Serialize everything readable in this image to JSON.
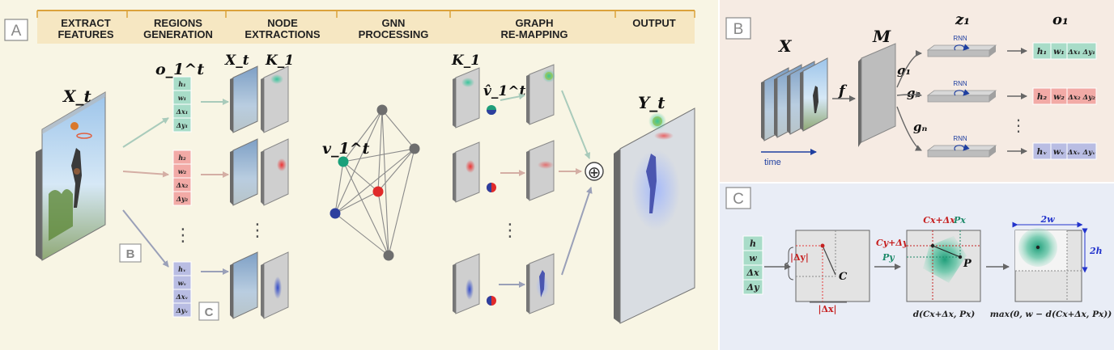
{
  "panel_a": {
    "label": "A",
    "stages": [
      {
        "line1": "EXTRACT",
        "line2": "FEATURES"
      },
      {
        "line1": "REGIONS",
        "line2": "GENERATION"
      },
      {
        "line1": "NODE",
        "line2": "EXTRACTIONS"
      },
      {
        "line1": "GNN",
        "line2": "PROCESSING"
      },
      {
        "line1": "GRAPH",
        "line2": "RE-MAPPING"
      },
      {
        "line1": "OUTPUT",
        "line2": ""
      }
    ],
    "input_label": "X_t",
    "output_label": "Y_t",
    "regions_label": "o_1^t",
    "node_frame_label": "X_t",
    "node_kernel_label": "K_1",
    "remap_kernel_label": "K_1",
    "gnn_node_label": "v_1^t",
    "remap_node_label": "v̂_1^t",
    "ellipsis": "⋮",
    "plus_symbol": "⊕",
    "link_b": "B",
    "link_c": "C",
    "region_vectors": [
      {
        "color": "#a8dcc8",
        "cells": [
          "h₁",
          "w₁",
          "Δx₁",
          "Δy₁"
        ]
      },
      {
        "color": "#f2aaa6",
        "cells": [
          "h₂",
          "w₂",
          "Δx₂",
          "Δy₂"
        ]
      },
      {
        "color": "#b9bde3",
        "cells": [
          "hᵥ",
          "wᵥ",
          "Δxᵥ",
          "Δyᵥ"
        ]
      }
    ]
  },
  "panel_b": {
    "label": "B",
    "input_label": "X",
    "f_label": "f",
    "m_label": "M",
    "z_label": "z₁",
    "o_label": "o₁",
    "time_label": "time",
    "rnn_label": "RNN",
    "ellipsis": "⋮",
    "g_labels": [
      "g₁",
      "g₂",
      "gₙ"
    ],
    "outputs": [
      {
        "color": "#a8dcc8",
        "cells": [
          "h₁",
          "w₁",
          "Δx₁ Δy₁"
        ]
      },
      {
        "color": "#f2aaa6",
        "cells": [
          "h₂",
          "w₂",
          "Δx₂ Δy₂"
        ]
      },
      {
        "color": "#b9bde3",
        "cells": [
          "hᵥ",
          "wᵥ",
          "Δxᵥ Δyᵥ"
        ]
      }
    ]
  },
  "panel_c": {
    "label": "C",
    "vector_cells": [
      "h",
      "w",
      "Δx",
      "Δy"
    ],
    "dy_label": "|Δy|",
    "dx_label": "|Δx|",
    "c_label": "C",
    "cx_label": "Cx+Δx",
    "cy_label": "Cy+Δy",
    "px_label": "Px",
    "py_label": "Py",
    "p_label": "P",
    "width_label": "2w",
    "height_label": "2h",
    "formula_left": "d(Cx+Δx, Px)",
    "formula_right": "max(0, w − d(Cx+Δx, Px))"
  }
}
